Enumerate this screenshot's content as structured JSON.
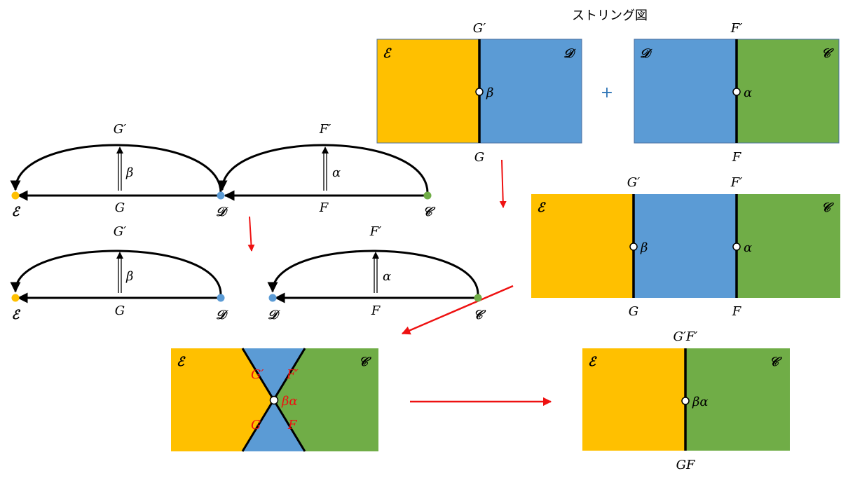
{
  "title": "ストリング図",
  "colors": {
    "E": "#ffc000",
    "D": "#5b9bd5",
    "C": "#70ad47",
    "arrow": "#ee1111",
    "plus": "#2e75b6"
  },
  "categories": {
    "E": "ℰ",
    "D": "𝒟",
    "C": "𝒞"
  },
  "functors": {
    "G": "G",
    "Gp": "G′",
    "F": "F",
    "Fp": "F′",
    "GF": "GF",
    "GpFp": "G′F′"
  },
  "nats": {
    "beta": "β",
    "alpha": "α",
    "beta_alpha": "βα"
  },
  "plus": "+"
}
